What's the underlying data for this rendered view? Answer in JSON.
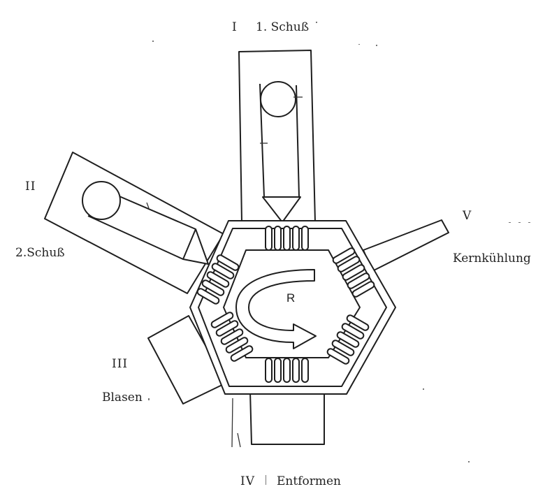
{
  "stations": [
    {
      "id": "I",
      "numeral": "I",
      "label": "1. Schuß"
    },
    {
      "id": "II",
      "numeral": "II",
      "label": "2.Schuß"
    },
    {
      "id": "III",
      "numeral": "III",
      "label": "Blasen"
    },
    {
      "id": "IV",
      "numeral": "IV",
      "label": "Entformen"
    },
    {
      "id": "V",
      "numeral": "V",
      "label": "Kernkühlung"
    }
  ],
  "rotation_label": "R",
  "colors": {
    "ink": "#1e1e1e",
    "background": "#ffffff"
  }
}
